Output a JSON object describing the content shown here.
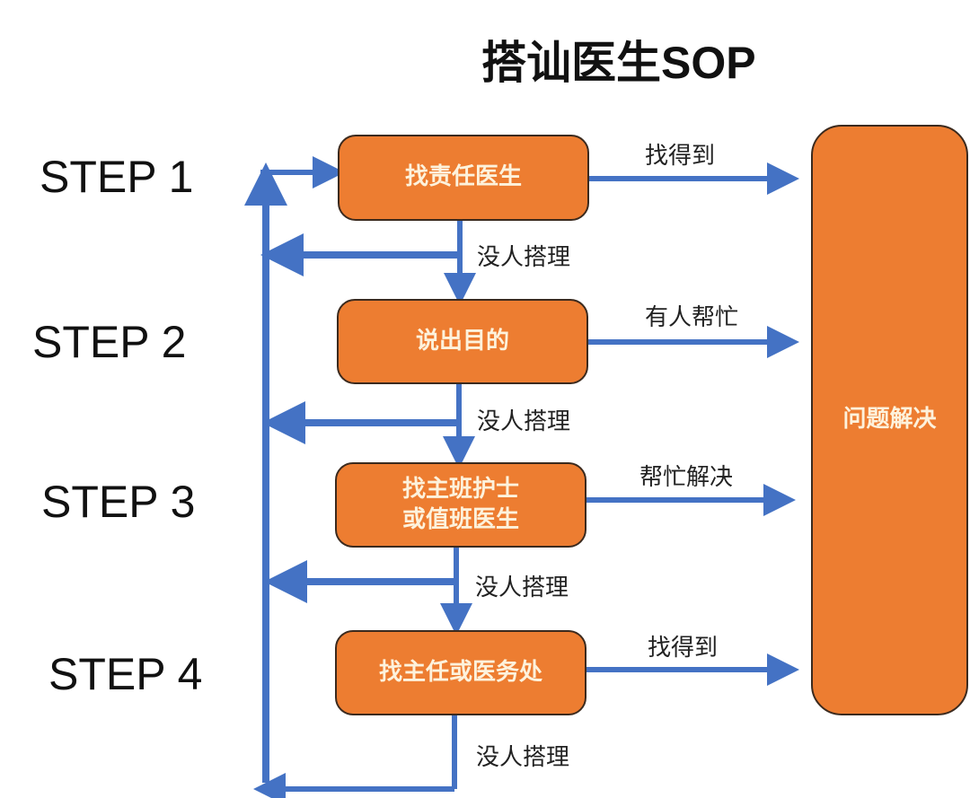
{
  "title": {
    "main": "搭讪医生",
    "suffix": "SOP"
  },
  "steps": [
    {
      "label": "STEP 1",
      "box": "找责任医生",
      "success": "找得到",
      "fail": "没人搭理"
    },
    {
      "label": "STEP 2",
      "box": "说出目的",
      "success": "有人帮忙",
      "fail": "没人搭理"
    },
    {
      "label": "STEP 3",
      "box_line1": "找主班护士",
      "box_line2": "或值班医生",
      "success": "帮忙解决",
      "fail": "没人搭理"
    },
    {
      "label": "STEP 4",
      "box": "找主任或医务处",
      "success": "找得到",
      "fail": "没人搭理"
    }
  ],
  "result": "问题解决",
  "colors": {
    "box_fill": "#ed7d31",
    "box_border": "#3b2a1e",
    "arrow": "#4472c4",
    "arrow_edge": "#2f528f",
    "box_text": "#fdf2dc"
  }
}
